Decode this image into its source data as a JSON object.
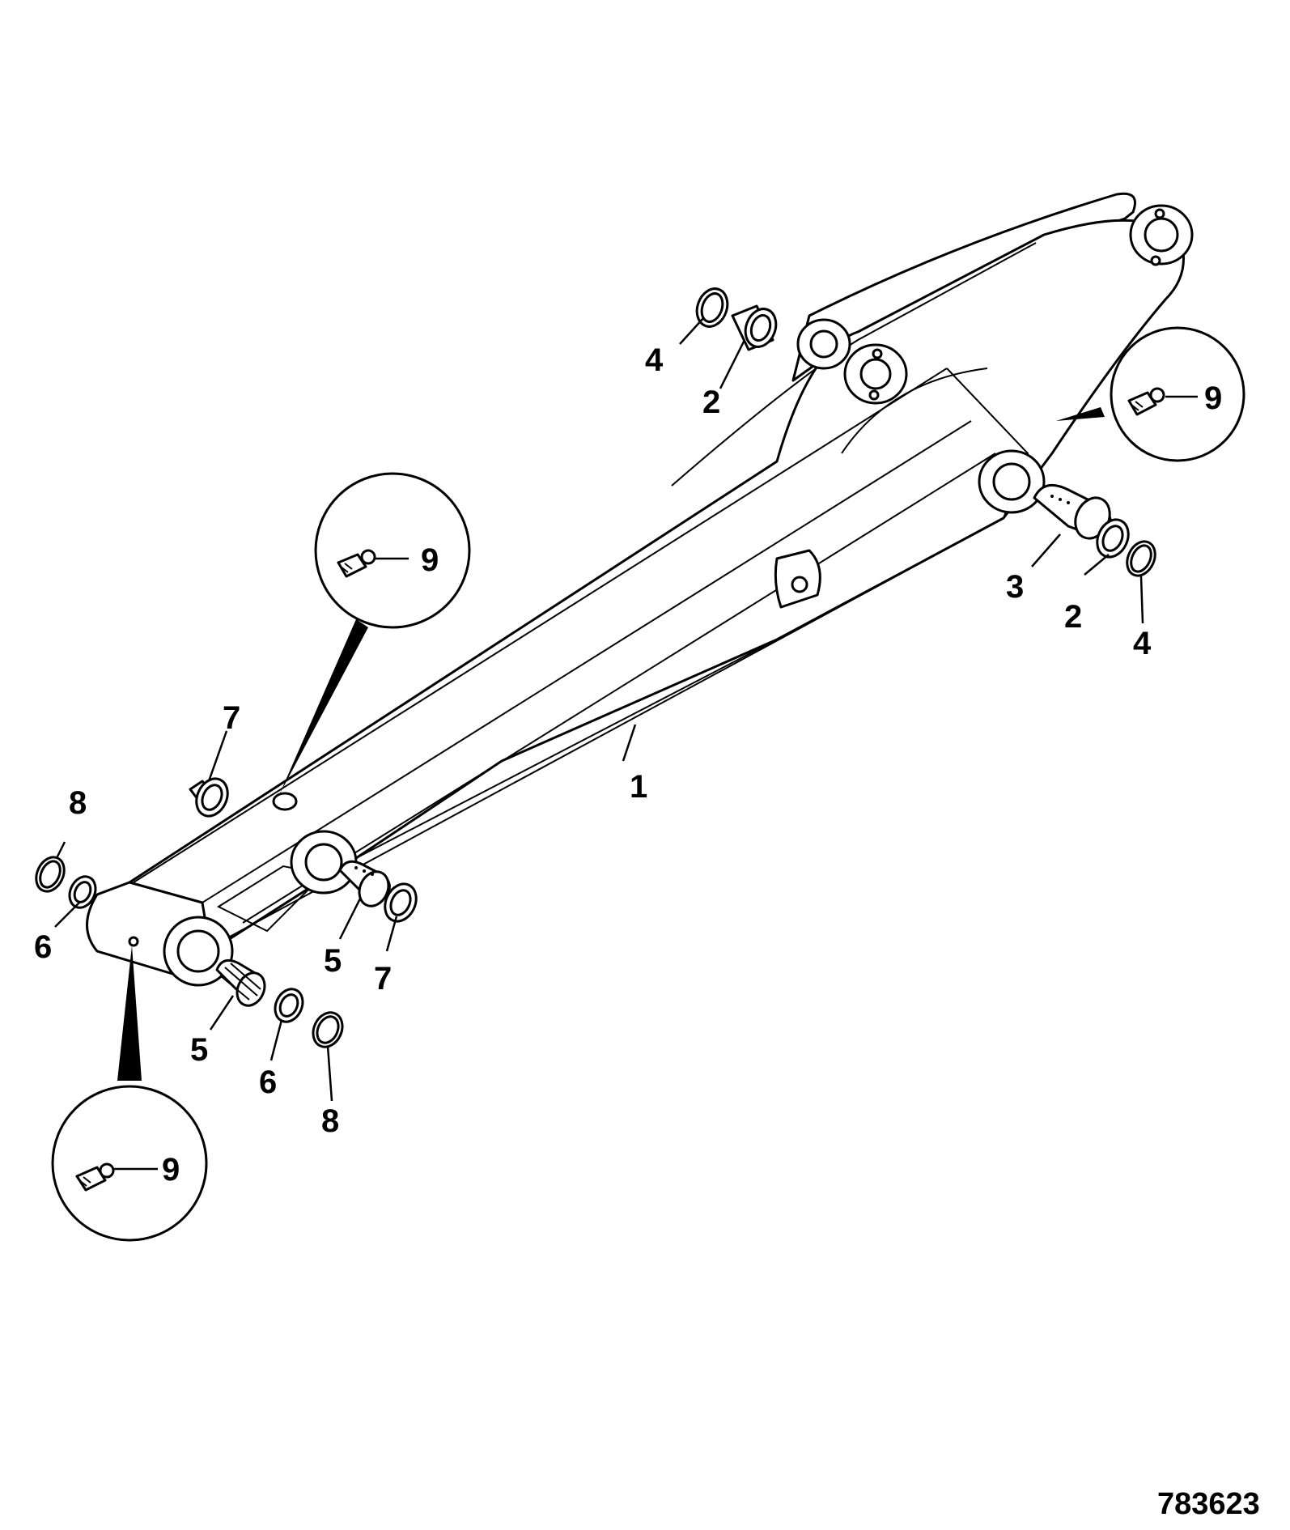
{
  "figure_number": "783623",
  "callouts": [
    {
      "id": "c1",
      "text": "1"
    },
    {
      "id": "c2a",
      "text": "2"
    },
    {
      "id": "c2b",
      "text": "2"
    },
    {
      "id": "c3",
      "text": "3"
    },
    {
      "id": "c4a",
      "text": "4"
    },
    {
      "id": "c4b",
      "text": "4"
    },
    {
      "id": "c5a",
      "text": "5"
    },
    {
      "id": "c5b",
      "text": "5"
    },
    {
      "id": "c6a",
      "text": "6"
    },
    {
      "id": "c6b",
      "text": "6"
    },
    {
      "id": "c7a",
      "text": "7"
    },
    {
      "id": "c7b",
      "text": "7"
    },
    {
      "id": "c8a",
      "text": "8"
    },
    {
      "id": "c8b",
      "text": "8"
    },
    {
      "id": "c9a",
      "text": "9"
    },
    {
      "id": "c9b",
      "text": "9"
    },
    {
      "id": "c9c",
      "text": "9"
    }
  ],
  "colors": {
    "line": "#000000",
    "background": "#ffffff"
  }
}
